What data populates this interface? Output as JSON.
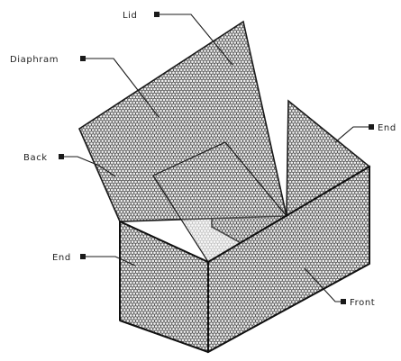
{
  "labels": {
    "lid": "Lid",
    "diaphram": "Diaphram",
    "back": "Back",
    "end_left": "End",
    "end_right": "End",
    "front": "Front"
  }
}
